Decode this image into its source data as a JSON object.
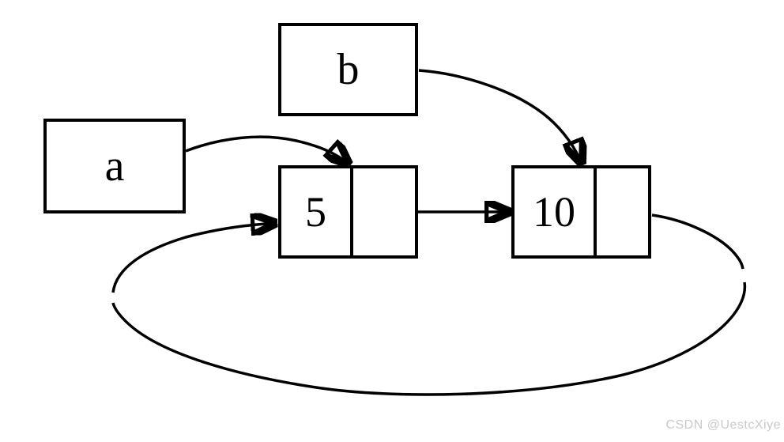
{
  "diagram": {
    "type": "linked-list",
    "variables": [
      {
        "label": "a",
        "points_to": "node-5"
      },
      {
        "label": "b",
        "points_to": "node-10"
      }
    ],
    "nodes": [
      {
        "value": "5",
        "next": "node-10"
      },
      {
        "value": "10",
        "next": "node-5"
      }
    ],
    "edges": [
      {
        "name": "a-to-node5"
      },
      {
        "name": "b-to-node10"
      },
      {
        "name": "node5-to-node10"
      },
      {
        "name": "node10-loop-back-to-node5"
      }
    ],
    "colors": {
      "stroke": "#000000",
      "background": "#ffffff"
    }
  },
  "watermark": {
    "text": "CSDN @UestcXiye",
    "color": "#c9c9cb"
  }
}
